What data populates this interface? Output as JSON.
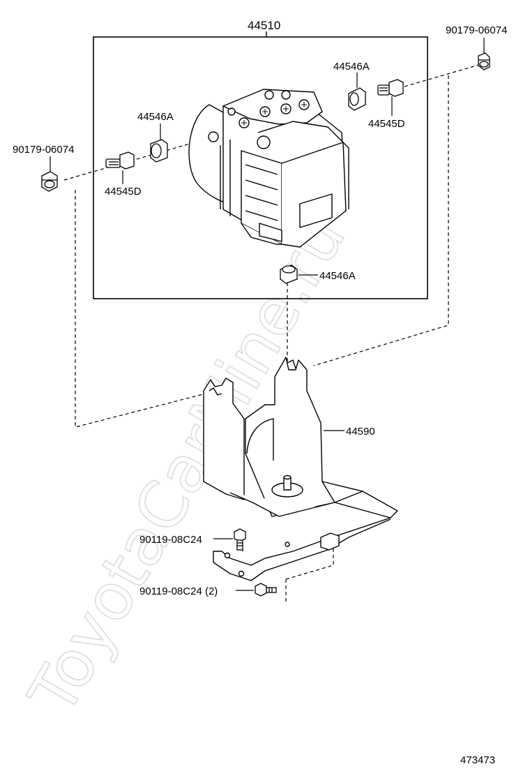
{
  "watermark": "ToyotaCarMine.ru",
  "figure_number": "473473",
  "labels": {
    "assembly": "44510",
    "bolt_top_right": "90179-06074",
    "bolt_left": "90179-06074",
    "cushion_top": "44546A",
    "cushion_left": "44546A",
    "cushion_bottom": "44546A",
    "stud_top_right": "44545D",
    "stud_left": "44545D",
    "bracket": "44590",
    "bolt_bracket_1": "90119-08C24",
    "bolt_bracket_2": "90119-08C24 (2)"
  },
  "colors": {
    "line": "#000000",
    "watermark": "#dcdcdc",
    "background": "#ffffff"
  }
}
